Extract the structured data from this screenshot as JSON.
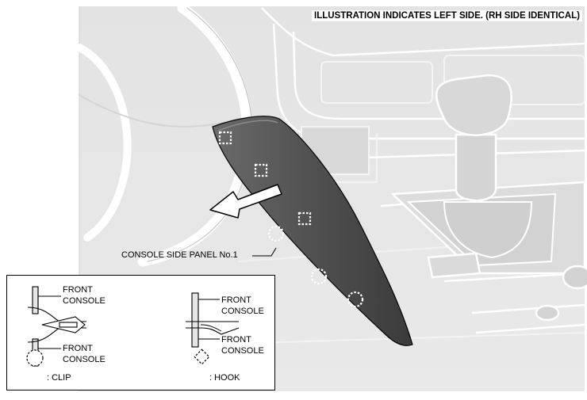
{
  "header_note": "ILLUSTRATION INDICATES LEFT SIDE. (RH SIDE IDENTICAL)",
  "callout_label": "CONSOLE SIDE PANEL No.1",
  "legend": {
    "clip_detail": {
      "top_label_1": "FRONT",
      "top_label_2": "CONSOLE",
      "bottom_label_1": "FRONT",
      "bottom_label_2": "CONSOLE"
    },
    "hook_detail": {
      "top_label_1": "FRONT",
      "top_label_2": "CONSOLE",
      "bottom_label_1": "FRONT",
      "bottom_label_2": "CONSOLE"
    },
    "clip_symbol_label": ": CLIP",
    "hook_symbol_label": ": HOOK"
  },
  "markers": [
    {
      "kind": "hook"
    },
    {
      "kind": "hook"
    },
    {
      "kind": "hook"
    },
    {
      "kind": "clip"
    },
    {
      "kind": "clip"
    },
    {
      "kind": "clip"
    }
  ],
  "colors": {
    "background_gray": "#e6e6e6",
    "panel_dark": "#555555",
    "line": "#000000"
  }
}
